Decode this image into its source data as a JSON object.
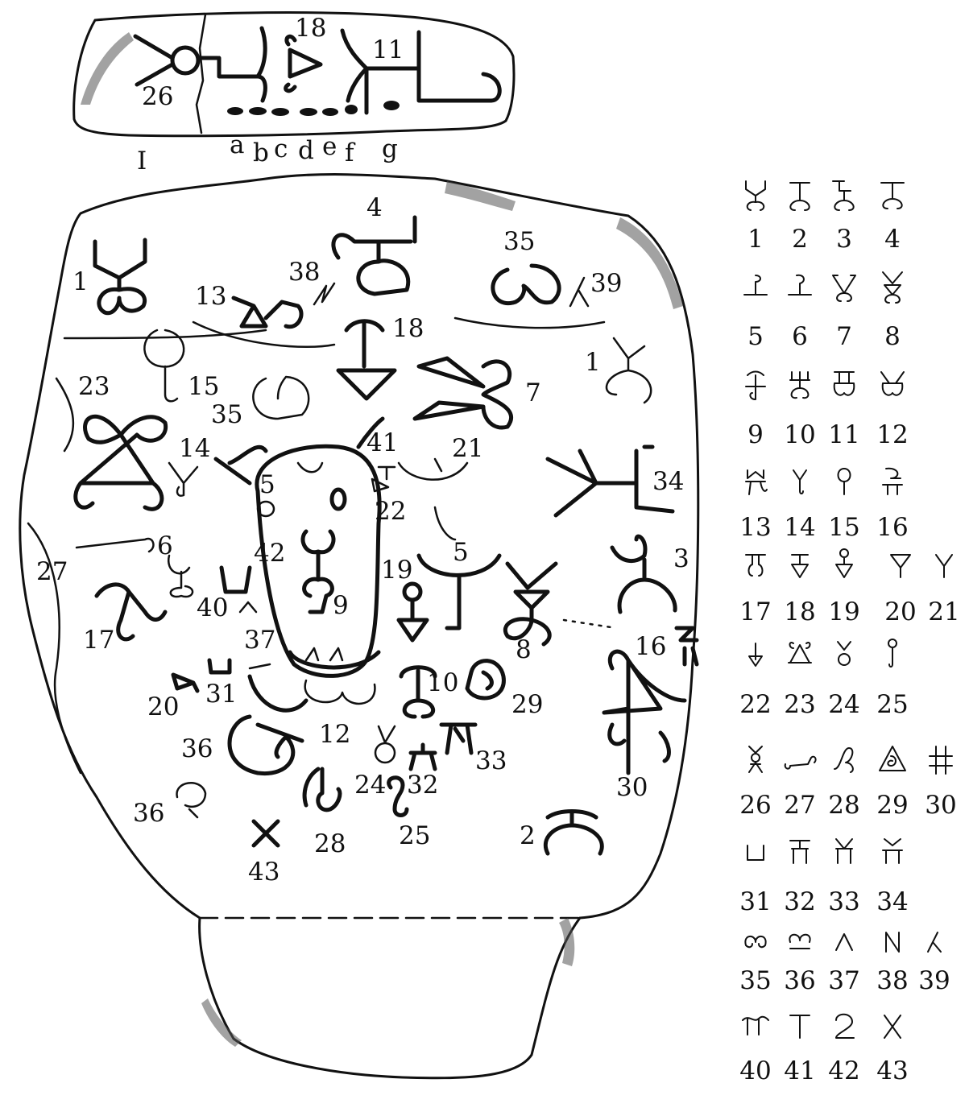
{
  "fragment": {
    "labels": [
      "18",
      "11",
      "26",
      "I",
      "a",
      "b",
      "c",
      "d",
      "e",
      "f",
      "g"
    ]
  },
  "stone": {
    "labels": [
      "4",
      "35",
      "38",
      "39",
      "1",
      "13",
      "18",
      "1",
      "23",
      "15",
      "35",
      "7",
      "14",
      "41",
      "21",
      "34",
      "5",
      "22",
      "27",
      "6",
      "42",
      "5",
      "3",
      "17",
      "40",
      "9",
      "19",
      "37",
      "8",
      "16",
      "20",
      "31",
      "10",
      "29",
      "36",
      "12",
      "33",
      "24",
      "32",
      "30",
      "36",
      "25",
      "28",
      "2",
      "43"
    ]
  },
  "key": {
    "labels": [
      "1",
      "2",
      "3",
      "4",
      "5",
      "6",
      "7",
      "8",
      "9",
      "10",
      "11",
      "12",
      "13",
      "14",
      "15",
      "16",
      "17",
      "18",
      "19",
      "20",
      "21",
      "22",
      "23",
      "24",
      "25",
      "26",
      "27",
      "28",
      "29",
      "30",
      "31",
      "32",
      "33",
      "34",
      "35",
      "36",
      "37",
      "38",
      "39",
      "40",
      "41",
      "42",
      "43"
    ],
    "glyphs": [
      "V-on-loops",
      "T-on-loops",
      "double-T-on-loops",
      "bar-T-on-loops",
      "stem-loop",
      "hook-stem-loop",
      "arrows-V",
      "arrows-V-triangle",
      "cross-loop",
      "trident-loops",
      "bar-loops",
      "V-loops",
      "M-hook",
      "Y-hook",
      "oval-stem",
      "S-bar",
      "pi-hook",
      "T-triangle",
      "circle-triangle",
      "triangle-stem",
      "Y-stem",
      "arrow-down",
      "triangle-loops",
      "V-circle",
      "circle-stem",
      "V-circle-triangle",
      "bar-hook",
      "S-loop",
      "spiral-triangle",
      "double-cross",
      "cup",
      "T-legs",
      "V-legs",
      "V-bar-legs",
      "loop-pair",
      "loop-pair-bar",
      "caret",
      "N",
      "lambda",
      "wave-legs",
      "T",
      "2",
      "X"
    ]
  }
}
